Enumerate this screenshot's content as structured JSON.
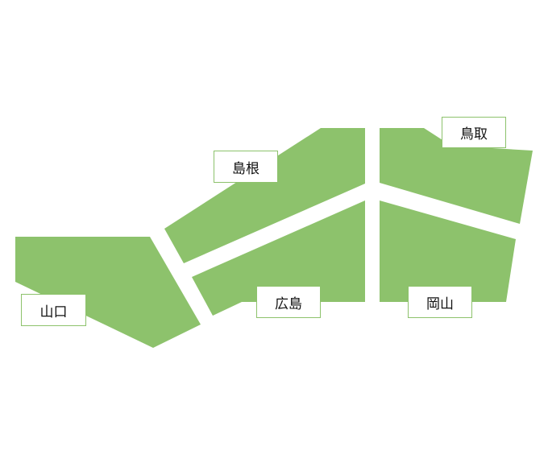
{
  "colors": {
    "region_fill": "#8dc26c",
    "label_border": "#8dc26c",
    "background": "#ffffff"
  },
  "prefectures": {
    "tottori": "鳥取",
    "shimane": "島根",
    "yamaguchi": "山口",
    "hiroshima": "広島",
    "okayama": "岡山"
  }
}
